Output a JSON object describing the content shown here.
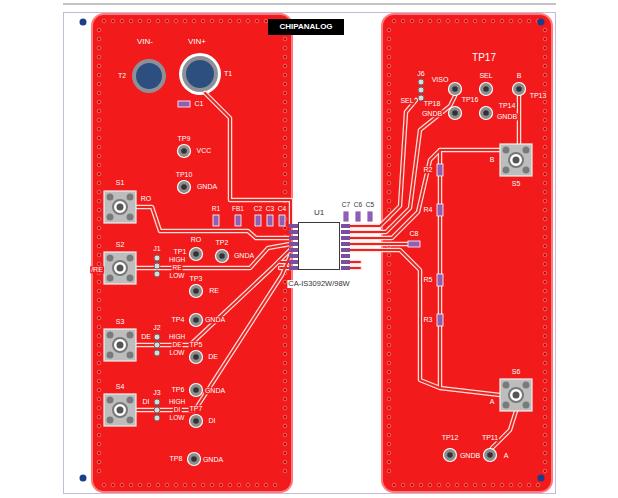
{
  "diagram": {
    "nodes": [
      {
        "text": [
          "U1"
        ]
      }
    ],
    "labels": [
      "CHIPANALOG",
      "VIN-",
      "VIN+",
      "T2",
      "T1",
      "C1",
      "TP9",
      "VCC",
      "TP10",
      "GNDA",
      "S1",
      "RO",
      "RO",
      "TP1",
      "TP2",
      "GNDA",
      "R1",
      "FB1",
      "C2",
      "C3",
      "C4",
      "S2",
      "/RE",
      "J1",
      "HIGH",
      "RE",
      "LOW",
      "TP3",
      "RE",
      "TP4",
      "GNDA",
      "S3",
      "DE",
      "J2",
      "HIGH",
      "DE",
      "LOW",
      "TP5",
      "DE",
      "TP6",
      "GNDA",
      "S4",
      "DI",
      "J3",
      "HIGH",
      "DI",
      "LOW",
      "TP7",
      "DI",
      "TP8",
      "GNDA",
      "CA-IS3092W/98W",
      "C7",
      "C6",
      "C5",
      "TP17",
      "J6",
      "SEL",
      "VISO",
      "SEL",
      "B",
      "TP13",
      "TP16",
      "TP18",
      "GNDB",
      "TP14",
      "GNDB",
      "S5",
      "B",
      "R2",
      "R4",
      "C8",
      "R5",
      "R3",
      "S6",
      "A",
      "TP12",
      "GNDB",
      "TP11",
      "A"
    ]
  }
}
